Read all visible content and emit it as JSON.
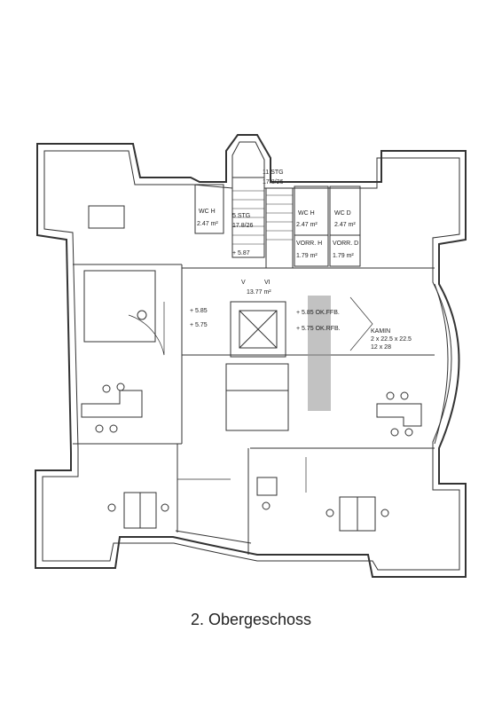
{
  "caption": "2. Obergeschoss",
  "labels": {
    "stg_top": "11 STG",
    "stg_top_dim": "17.8/26",
    "stg_mid": "5 STG",
    "stg_mid_dim": "17.8/26",
    "wc_left": "WC H",
    "wc_left_area": "2.47 m²",
    "wc_mid": "WC H",
    "wc_mid_area": "2.47 m²",
    "wc_right": "WC D",
    "wc_right_area": "2.47 m²",
    "vorr_h": "VORR. H",
    "vorr_h_area": "1.79 m²",
    "vorr_d": "VORR. D",
    "vorr_d_area": "1.79 m²",
    "level_587": "+ 5.87",
    "roman_v": "V",
    "roman_vi": "VI",
    "hall_area": "13.77 m²",
    "level_585": "+ 5.85",
    "level_575": "+ 5.75",
    "ok_ffb": "+ 5.85 OK.FFB.",
    "ok_rfb": "+ 5.75 OK.RFB.",
    "kamin": "KAMIN",
    "kamin_dim1": "2 x 22.5 x 22.5",
    "kamin_dim2": "12 x 28"
  }
}
